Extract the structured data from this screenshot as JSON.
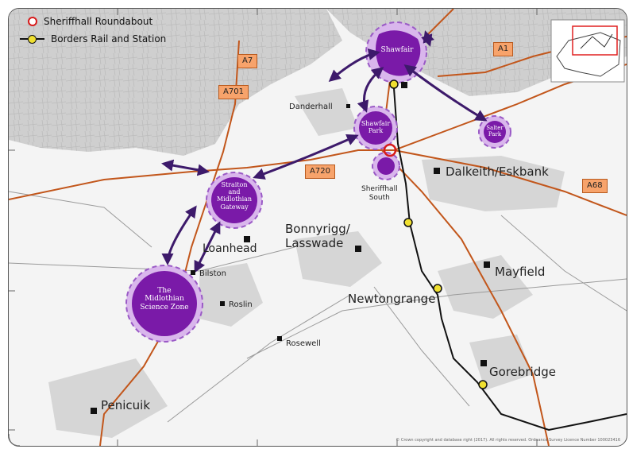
{
  "legend": {
    "roundabout_label": "Sheriffhall Roundabout",
    "rail_label": "Borders Rail and Station",
    "roundabout_icon": "roundabout-icon",
    "rail_icon": "rail-station-icon"
  },
  "roads": {
    "a7": "A7",
    "a1": "A1",
    "a701": "A701",
    "a720": "A720",
    "a68": "A68"
  },
  "zones": {
    "shawfair": "Shawfair",
    "shawfair_park_1": "Shawfair",
    "shawfair_park_2": "Park",
    "salter_park_1": "Salter",
    "salter_park_2": "Park",
    "straiton_1": "Straiton",
    "straiton_2": "and",
    "straiton_3": "Midlothian",
    "straiton_4": "Gateway",
    "science_1": "The",
    "science_2": "Midlothian",
    "science_3": "Science Zone"
  },
  "places": {
    "danderhall": "Danderhall",
    "sheriffhall_south_1": "Sheriffhall",
    "sheriffhall_south_2": "South",
    "dalkeith": "Dalkeith/Eskbank",
    "bonnyrigg_1": "Bonnyrigg/",
    "bonnyrigg_2": "Lasswade",
    "loanhead": "Loanhead",
    "bilston": "Bilston",
    "roslin": "Roslin",
    "mayfield": "Mayfield",
    "newtongrange": "Newtongrange",
    "rosewell": "Rosewell",
    "gorebridge": "Gorebridge",
    "penicuik": "Penicuik"
  },
  "copyright": "© Crown copyright and database right (2017). All rights reserved. Ordnance Survey Licence Number 100023416",
  "colors": {
    "zone_purple": "#7a1aa8",
    "zone_light": "#d9b6ec",
    "arrow": "#3d1a6b",
    "road": "#c2561b",
    "rail": "#111111",
    "urban_gray": "#cfcfcf",
    "roundabout_red": "#d81b1b",
    "station_yellow": "#f0e030"
  }
}
